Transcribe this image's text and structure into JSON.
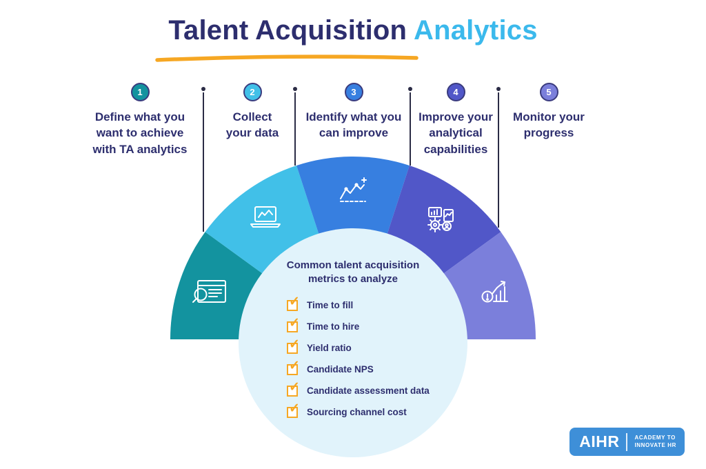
{
  "title": {
    "part1": "Talent Acquisition",
    "part2": "Analytics"
  },
  "steps": [
    {
      "number": "1",
      "label": "Define what you want to achieve with TA analytics",
      "color": "#13939F",
      "icon": "report-search-icon"
    },
    {
      "number": "2",
      "label": "Collect your data",
      "color": "#41C0E8",
      "icon": "laptop-chart-icon"
    },
    {
      "number": "3",
      "label": "Identify what you can improve",
      "color": "#377FE0",
      "icon": "growth-chart-icon"
    },
    {
      "number": "4",
      "label": "Improve your analytical capabilities",
      "color": "#5157C8",
      "icon": "gears-analytics-icon"
    },
    {
      "number": "5",
      "label": "Monitor your progress",
      "color": "#7B7FDB",
      "icon": "progress-monitor-icon"
    }
  ],
  "center": {
    "heading": "Common talent acquisition metrics to analyze",
    "check_glyph": "✓",
    "checkbox_icon": "orange-checked-checkbox",
    "metrics": [
      "Time to fill",
      "Time to hire",
      "Yield ratio",
      "Candidate NPS",
      "Candidate assessment data",
      "Sourcing channel cost"
    ]
  },
  "logo": {
    "name": "AIHR",
    "tagline_line1": "ACADEMY TO",
    "tagline_line2": "INNOVATE HR"
  },
  "colors": {
    "navy": "#2D2E6E",
    "accent": "#3BB9EC",
    "orange": "#F6A723",
    "pale": "#E1F3FB",
    "logo_blue": "#3E8FD8",
    "line": "#2A2B45"
  }
}
